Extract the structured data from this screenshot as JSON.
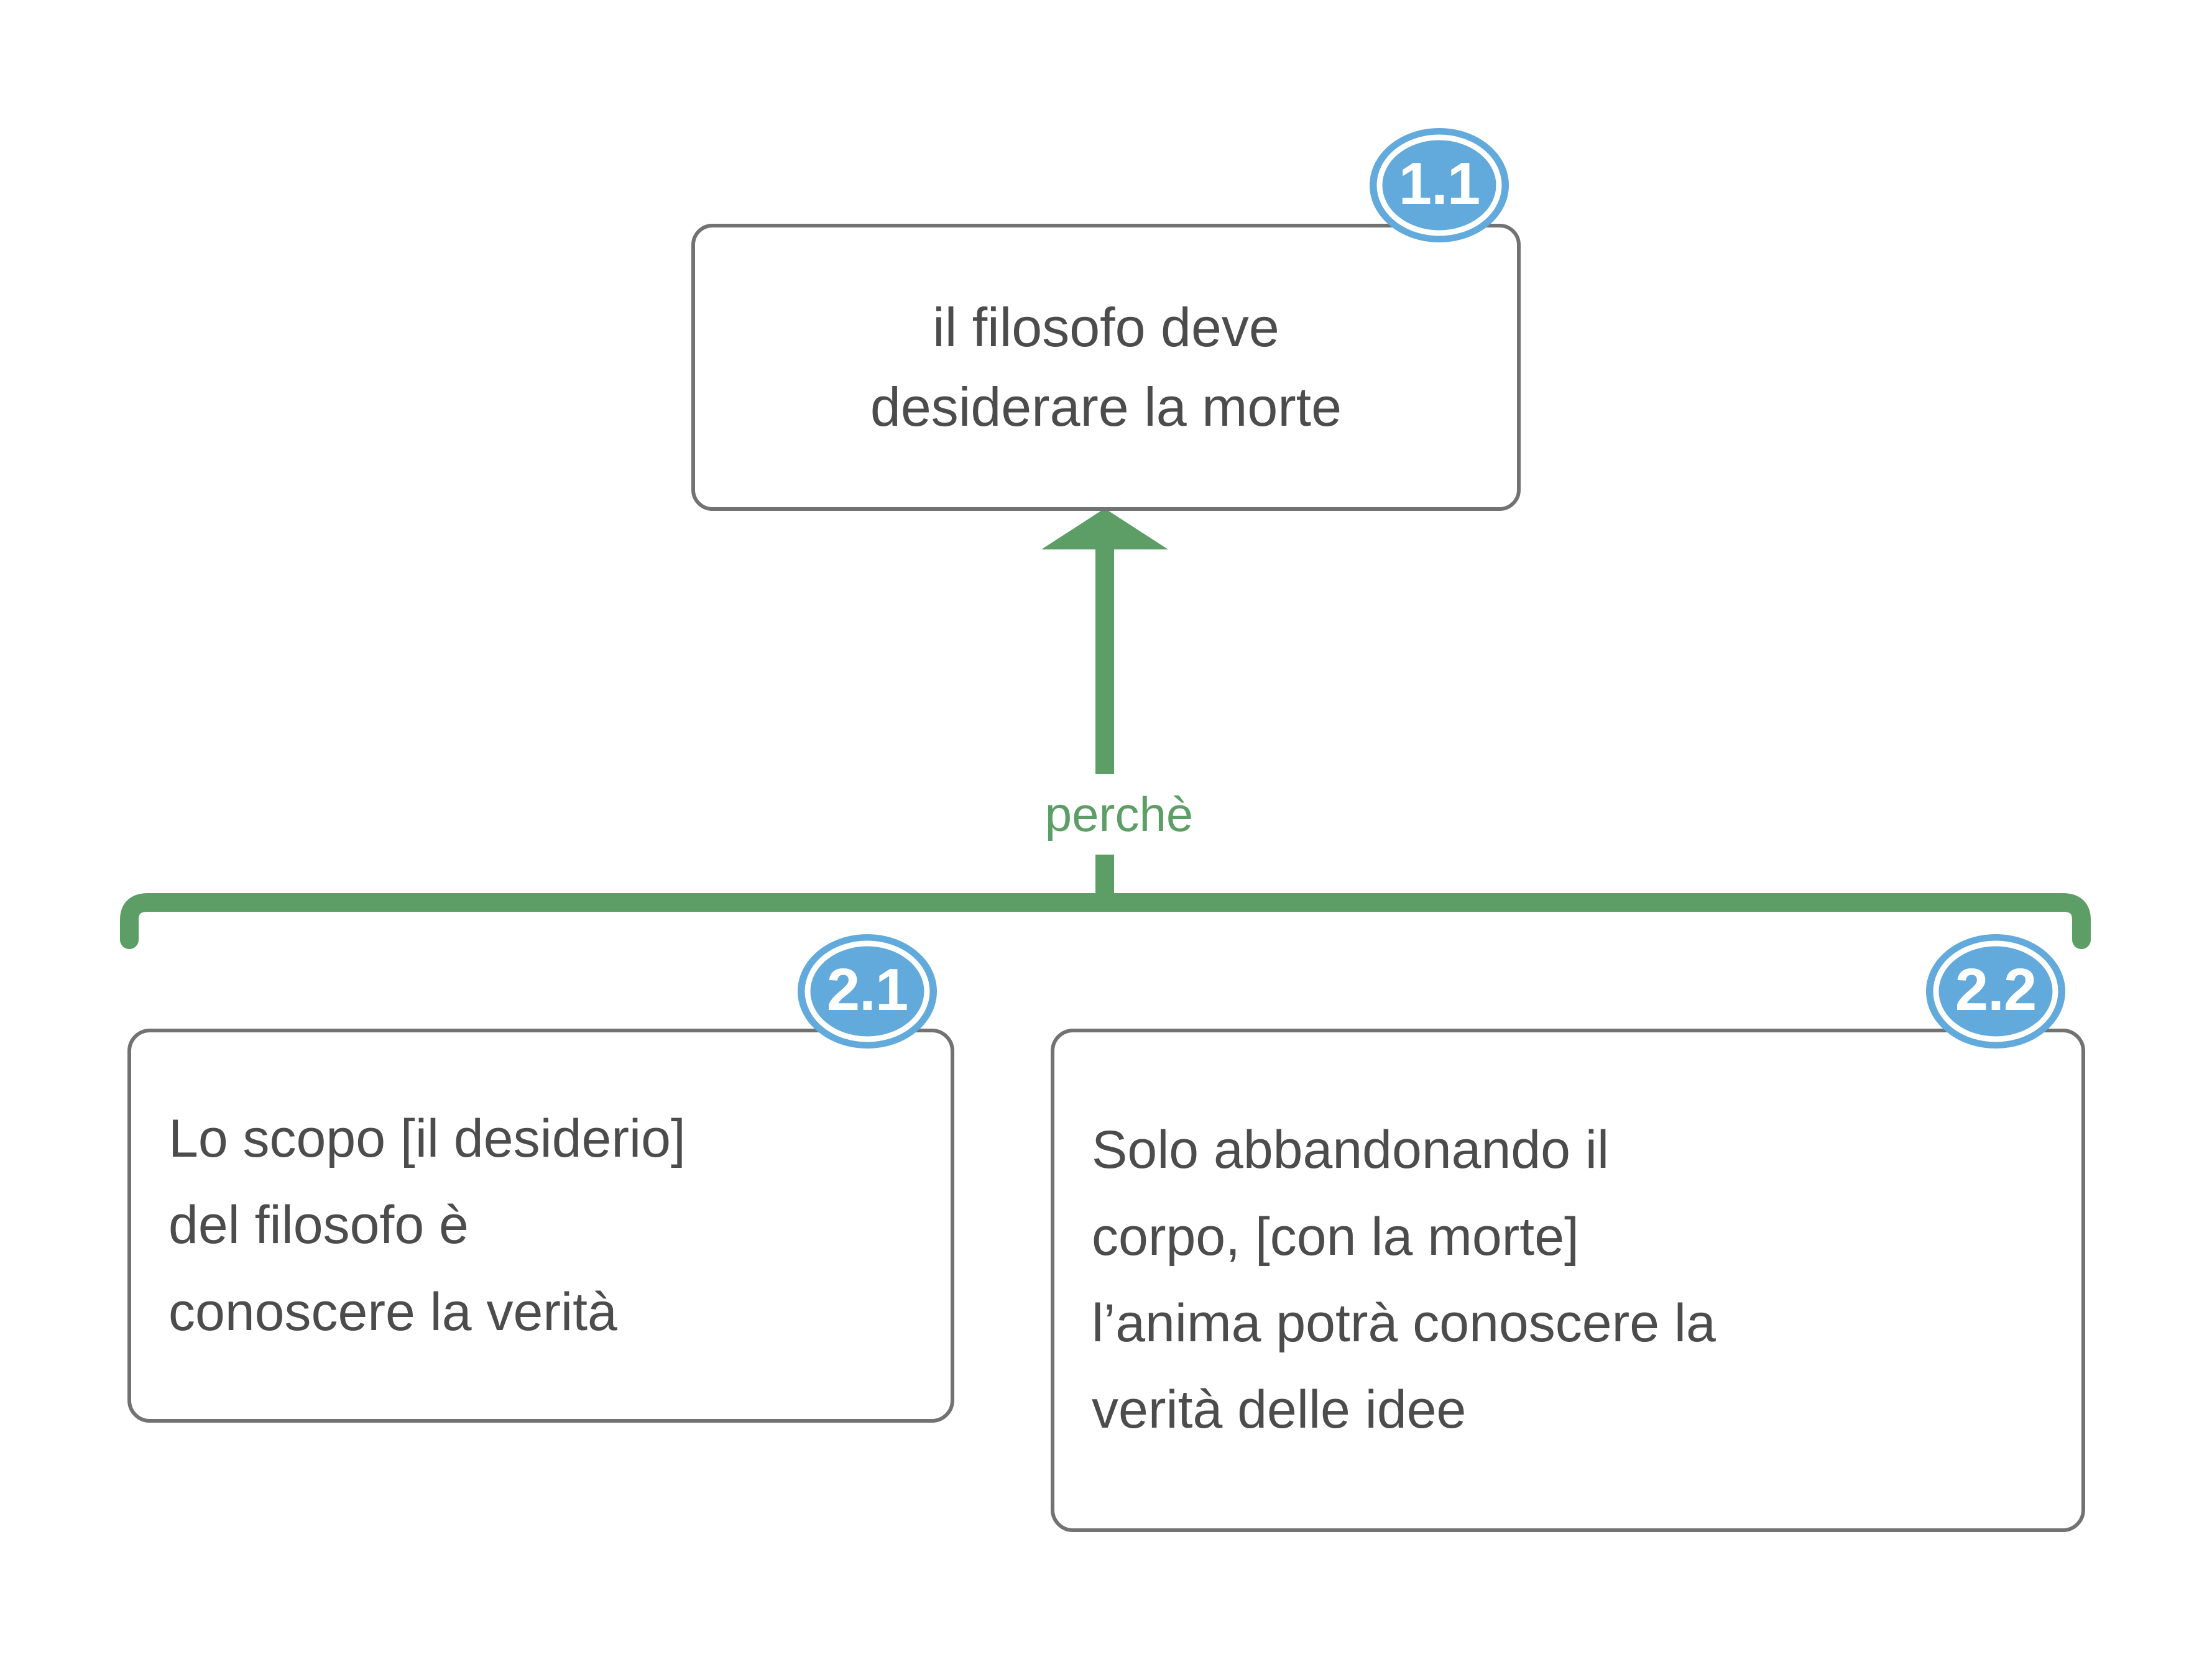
{
  "diagram": {
    "type": "argument-map",
    "background_color": "#ffffff",
    "colors": {
      "node_border": "#727272",
      "node_text": "#4c4c4c",
      "badge_blue": "#62aadc",
      "connector_green": "#5d9e66",
      "badge_ring": "#ffffff"
    },
    "nodes": [
      {
        "id": "1.1",
        "badge": "1.1",
        "text": "il filosofo deve\ndesiderare la morte",
        "align": "center"
      },
      {
        "id": "2.1",
        "badge": "2.1",
        "text": "Lo scopo [il desiderio]\ndel filosofo è\nconoscere la verità",
        "align": "left"
      },
      {
        "id": "2.2",
        "badge": "2.2",
        "text": "Solo abbandonando il\ncorpo, [con la morte]\nl’anima potrà conoscere la\nverità delle idee",
        "align": "left"
      }
    ],
    "edges": [
      {
        "id": "support-edge",
        "label": "perchè",
        "from": [
          "2.1",
          "2.2"
        ],
        "to": "1.1",
        "style": "green-arrow-up-with-bracket"
      }
    ]
  }
}
